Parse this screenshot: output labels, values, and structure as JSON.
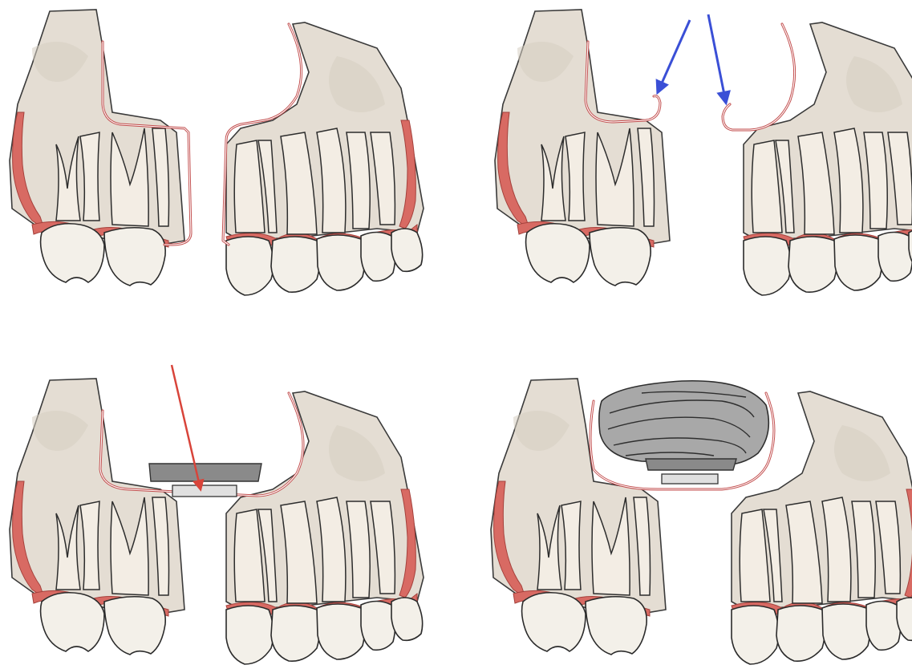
{
  "figure": {
    "panels": [
      {
        "id": "panel-1",
        "stage": "membrane-flap-outline"
      },
      {
        "id": "panel-2",
        "stage": "membrane-elevation",
        "arrows": {
          "count": 2,
          "color": "#3a4fd6"
        }
      },
      {
        "id": "panel-3",
        "stage": "graft-placement",
        "arrows": {
          "count": 1,
          "color": "#d8443a"
        }
      },
      {
        "id": "panel-4",
        "stage": "collagen-sponge-covering"
      }
    ],
    "colors": {
      "bone": "#e4ddd3",
      "gingiva": "#d86a63",
      "membrane": "#c14a4a",
      "tooth": "#f3f0e9",
      "graft": "#8a8a8a",
      "sponge": "#a8a8a8"
    }
  }
}
